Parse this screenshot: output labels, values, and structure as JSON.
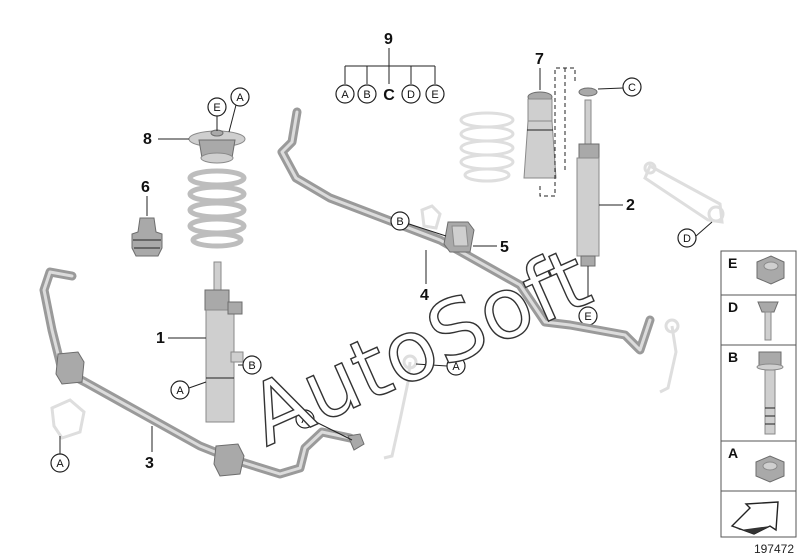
{
  "diagram": {
    "part_numbers": [
      "1",
      "2",
      "3",
      "4",
      "5",
      "6",
      "7",
      "8",
      "9"
    ],
    "kit_letters": [
      "A",
      "B",
      "C",
      "D",
      "E"
    ],
    "callouts": {
      "a": "A",
      "b": "B",
      "c": "C",
      "d": "D",
      "e": "E"
    },
    "legend_rows": [
      "E",
      "D",
      "B",
      "A"
    ],
    "watermark": "AutoSoft",
    "document_id": "197472"
  }
}
